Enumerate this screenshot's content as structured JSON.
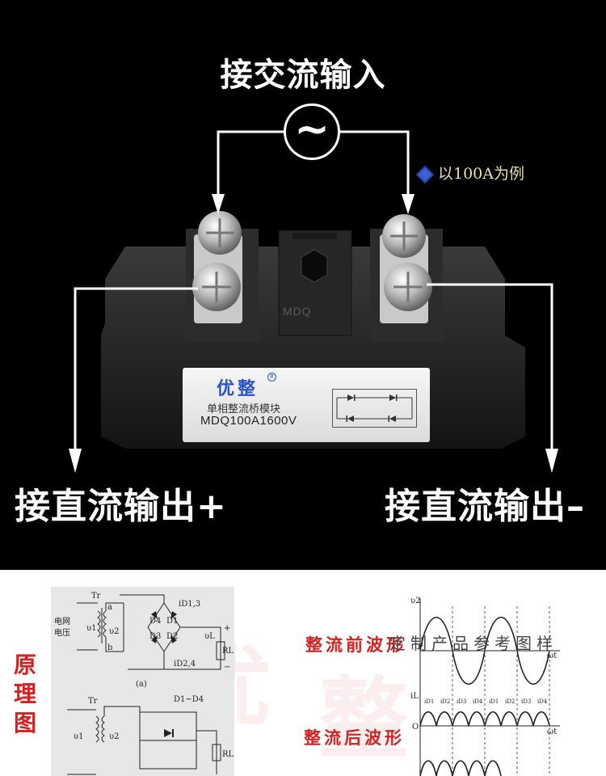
{
  "headings": {
    "ac_input": "接交流输入",
    "dc_plus": "接直流输出+",
    "dc_minus": "接直流输出–"
  },
  "ac_symbol": "~",
  "note": "以100A为例",
  "module": {
    "brand": "优整",
    "reg_mark": "R",
    "subtitle": "单相整流桥模块",
    "model": "MDQ100A1600V",
    "emboss": "MDQ"
  },
  "bottom": {
    "side_label": "原理图",
    "before_label": "整流前波形",
    "after_label": "整流后波形",
    "watermark": "定制产品参考图样",
    "big_watermark_1": "优",
    "big_watermark_2": "整"
  },
  "circuit": {
    "tr": "Tr",
    "grid_line1": "电网",
    "grid_line2": "电压",
    "v1": "υ1",
    "v2": "υ2",
    "a": "a",
    "b": "b",
    "d1": "D1",
    "d2": "D2",
    "d3": "D3",
    "d4": "D4",
    "id13": "iD1,3",
    "id24": "iD2,4",
    "vl": "υL",
    "rl": "RL",
    "plus": "+",
    "minus": "−",
    "caption_a": "(a)",
    "tr2": "Tr",
    "d1_d4": "D1~D4",
    "v1b": "υ1",
    "v2b": "υ2",
    "rl2": "RL"
  },
  "waves": {
    "u2": "υ2",
    "omega_t": "ωt",
    "iL": "iL",
    "O": "O",
    "id_labels": [
      "iD1",
      "iD2",
      "iD3",
      "iD4",
      "iD1",
      "iD2",
      "iD3",
      "iD4"
    ]
  },
  "colors": {
    "background_top": "#000000",
    "background_bottom": "#ffffff",
    "red_text": "#d62020",
    "brand_blue": "#2a52c9"
  }
}
